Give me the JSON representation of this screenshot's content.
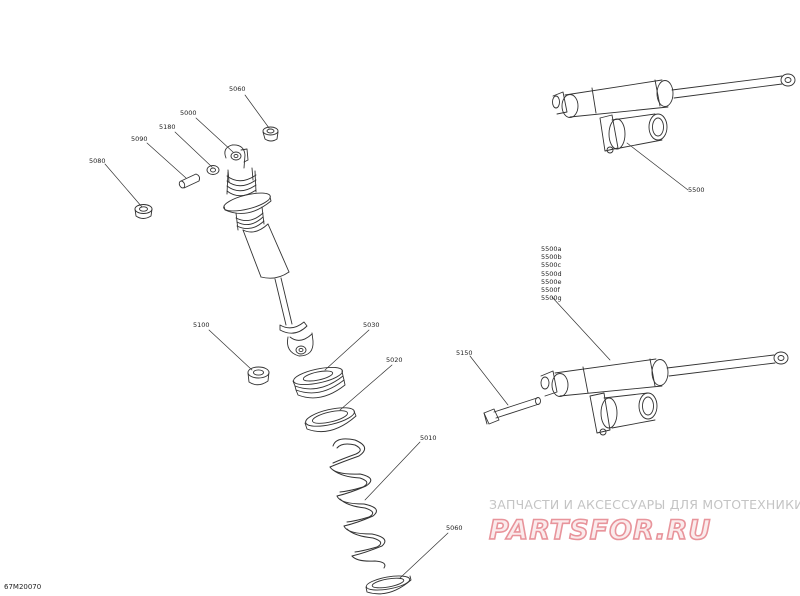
{
  "diagram": {
    "code": "67M20070",
    "labels": {
      "p5000": "5000",
      "p5060_top": "5060",
      "p5180": "5180",
      "p5090": "5090",
      "p5080": "5080",
      "p5030": "5030",
      "p5100": "5100",
      "p5020": "5020",
      "p5010": "5010",
      "p5060_bottom": "5060",
      "p5500": "5500",
      "p5150": "5150"
    },
    "variant_list": [
      "5500a",
      "5500b",
      "5500c",
      "5500d",
      "5500e",
      "5500f",
      "5500g"
    ]
  },
  "watermark": {
    "tagline": "ЗАПЧАСТИ И АКСЕССУАРЫ ДЛЯ МОТОТЕХНИКИ",
    "brand": "PARTSFOR.RU"
  },
  "colors": {
    "line": "#333333",
    "watermark": "#e8949b",
    "watermark_text": "#c4c4c4"
  }
}
